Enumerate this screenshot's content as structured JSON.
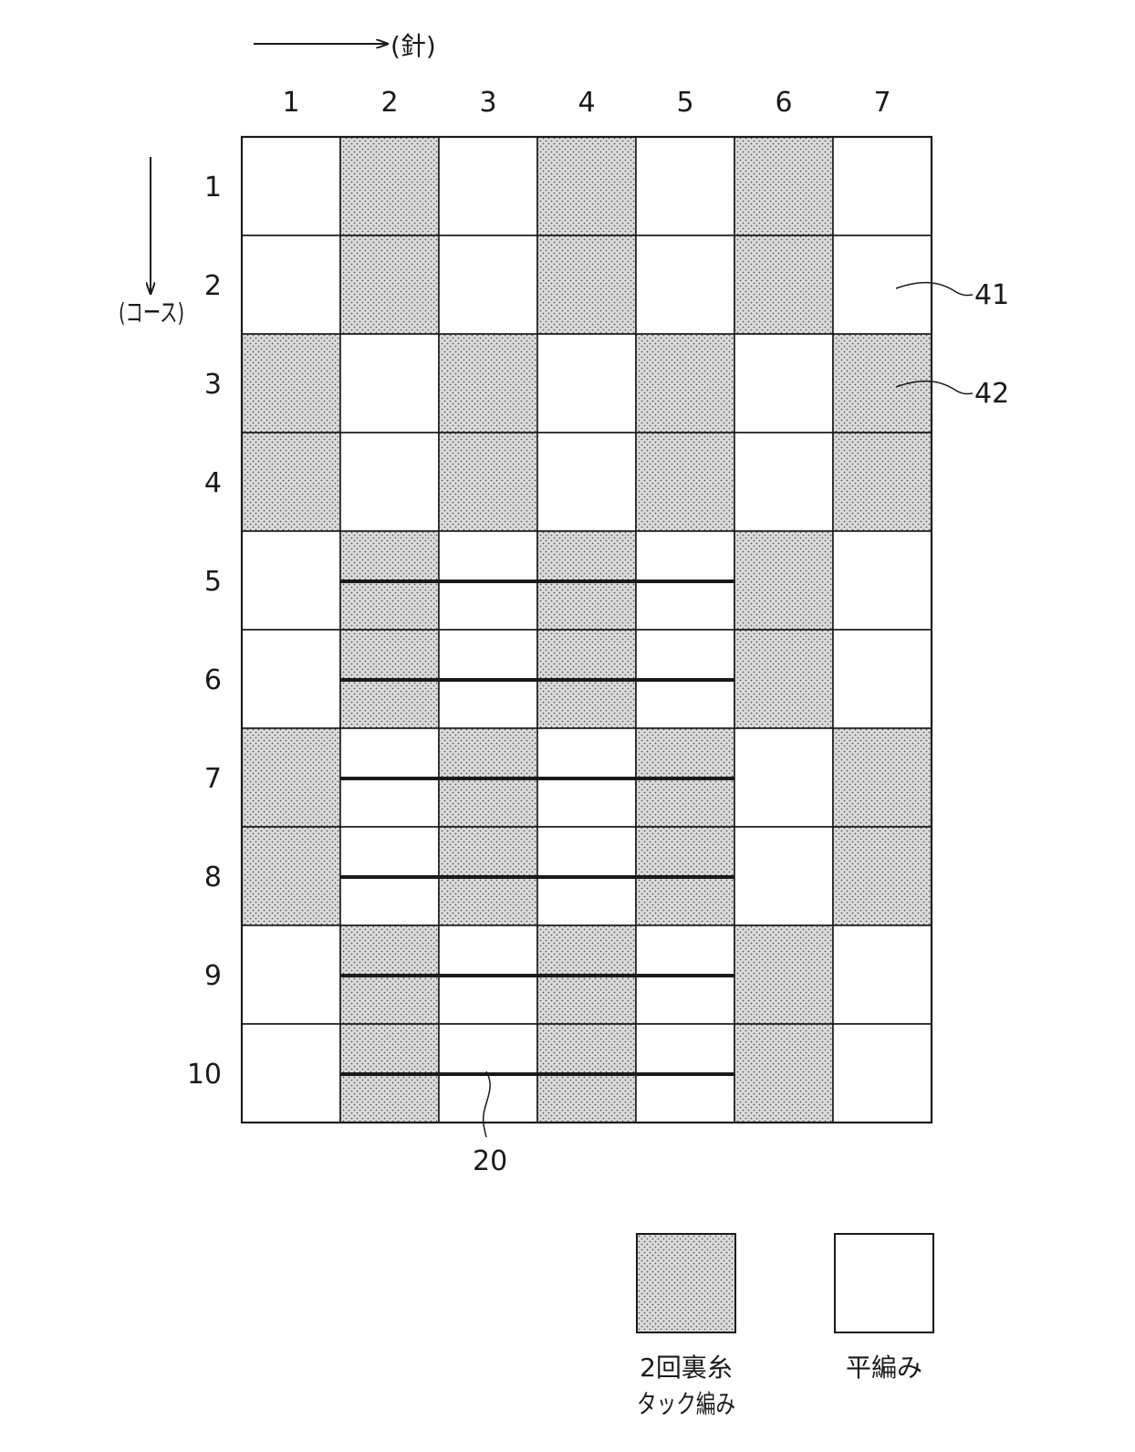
{
  "axes": {
    "needle_label": "(針)",
    "course_label": "(コース)"
  },
  "columns": [
    "1",
    "2",
    "3",
    "4",
    "5",
    "6",
    "7"
  ],
  "rows": [
    "1",
    "2",
    "3",
    "4",
    "5",
    "6",
    "7",
    "8",
    "9",
    "10"
  ],
  "grid_pattern": [
    [
      0,
      1,
      0,
      1,
      0,
      1,
      0
    ],
    [
      0,
      1,
      0,
      1,
      0,
      1,
      0
    ],
    [
      1,
      0,
      1,
      0,
      1,
      0,
      1
    ],
    [
      1,
      0,
      1,
      0,
      1,
      0,
      1
    ],
    [
      0,
      1,
      0,
      1,
      0,
      1,
      0
    ],
    [
      0,
      1,
      0,
      1,
      0,
      1,
      0
    ],
    [
      1,
      0,
      1,
      0,
      1,
      0,
      1
    ],
    [
      1,
      0,
      1,
      0,
      1,
      0,
      1
    ],
    [
      0,
      1,
      0,
      1,
      0,
      1,
      0
    ],
    [
      0,
      1,
      0,
      1,
      0,
      1,
      0
    ]
  ],
  "thread_lines": {
    "rows": [
      5,
      6,
      7,
      8,
      9,
      10
    ],
    "from_column": 2,
    "to_column": 5
  },
  "references": {
    "plain_cell": "41",
    "tuck_cell": "42",
    "thread": "20"
  },
  "legend": {
    "tuck_label_line1": "2回裏糸",
    "tuck_label_line2": "タック編み",
    "plain_label": "平編み"
  },
  "colors": {
    "stroke": "#1a1a1a",
    "shade_bg": "#d9d9d9",
    "shade_dot": "#555555",
    "plain": "#ffffff"
  }
}
